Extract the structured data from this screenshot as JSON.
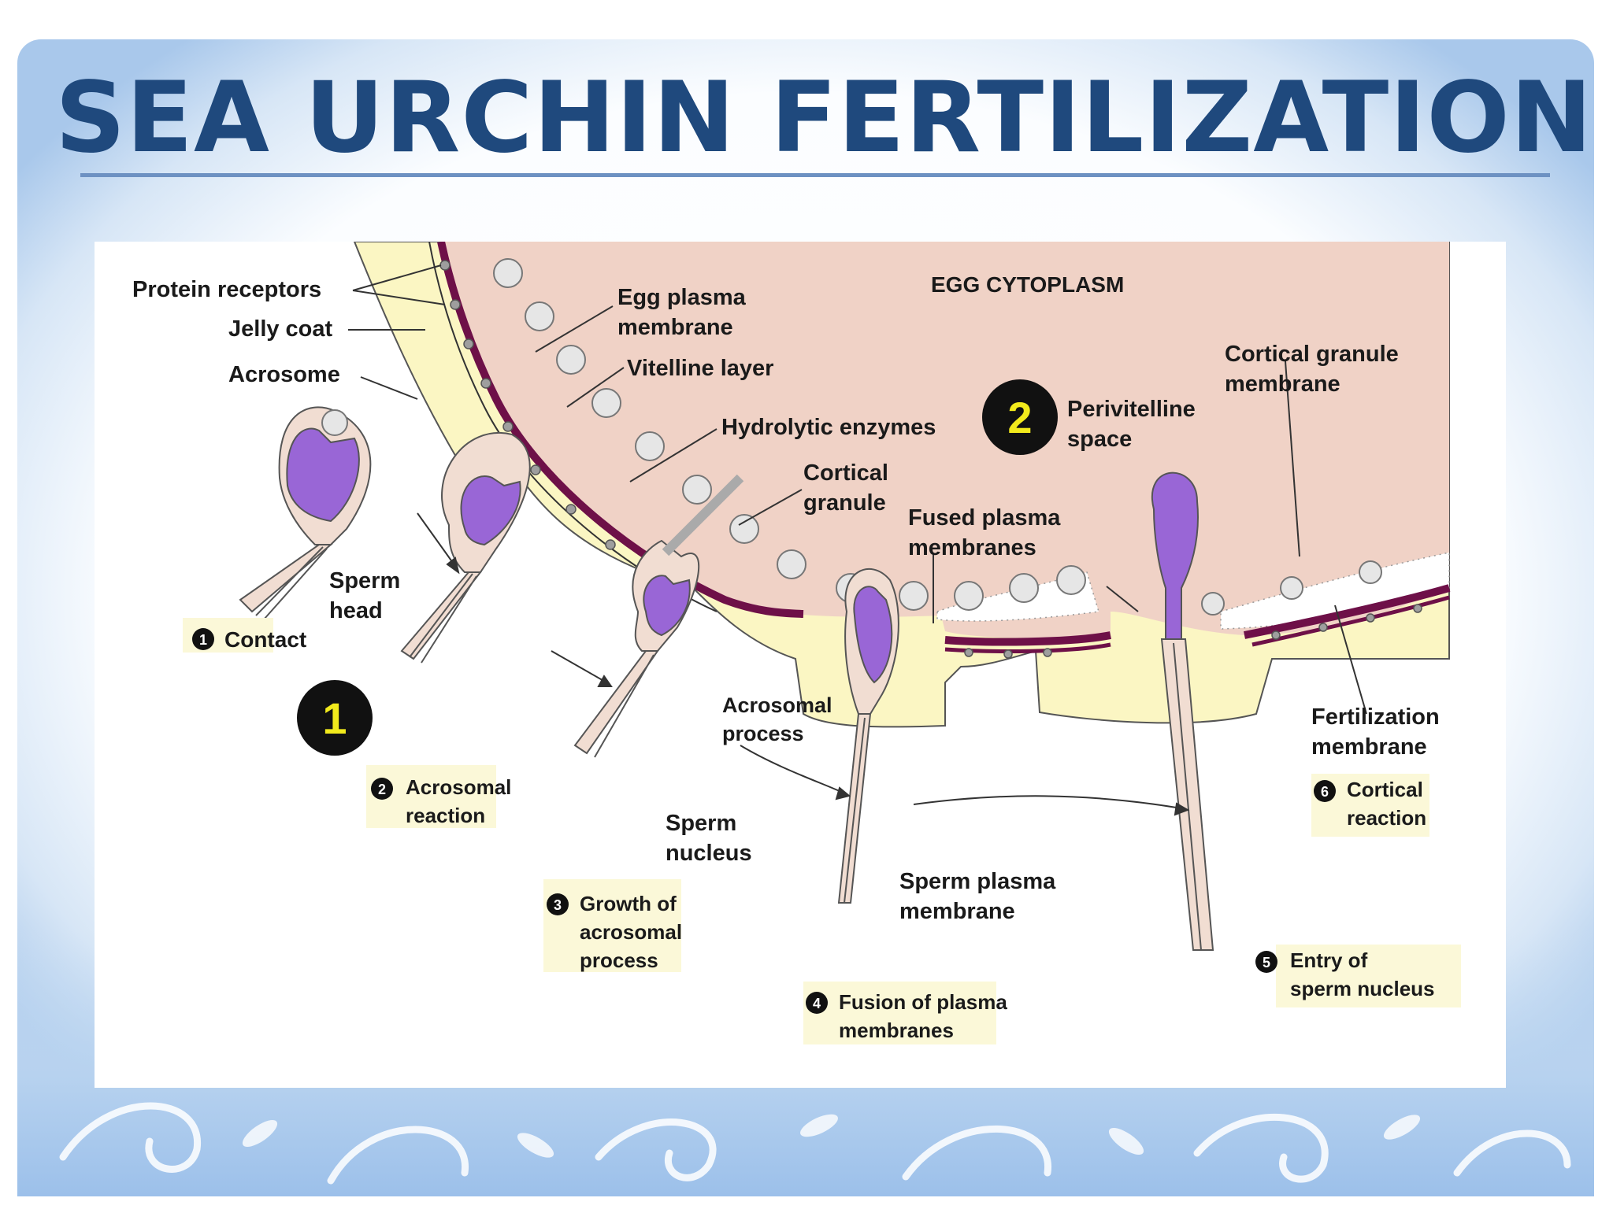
{
  "slide": {
    "title": "SEA URCHIN FERTILIZATION"
  },
  "diagram": {
    "region_label": "EGG CYTOPLASM",
    "markers": [
      "1",
      "2"
    ],
    "labels": {
      "protein_receptors": "Protein receptors",
      "jelly_coat": "Jelly coat",
      "acrosome": "Acrosome",
      "sperm_head": [
        "Sperm",
        "head"
      ],
      "egg_plasma_membrane": [
        "Egg plasma",
        "membrane"
      ],
      "vitelline_layer": "Vitelline layer",
      "hydrolytic_enzymes": "Hydrolytic enzymes",
      "cortical_granule": [
        "Cortical",
        "granule"
      ],
      "fused_plasma_membranes": [
        "Fused plasma",
        "membranes"
      ],
      "perivitelline_space": [
        "Perivitelline",
        "space"
      ],
      "cortical_granule_membrane": [
        "Cortical granule",
        "membrane"
      ],
      "acrosomal_process": [
        "Acrosomal",
        "process"
      ],
      "sperm_nucleus": [
        "Sperm",
        "nucleus"
      ],
      "sperm_plasma_membrane": [
        "Sperm plasma",
        "membrane"
      ],
      "fertilization_membrane": [
        "Fertilization",
        "membrane"
      ]
    },
    "steps": [
      {
        "num": "1",
        "lines": [
          "Contact"
        ]
      },
      {
        "num": "2",
        "lines": [
          "Acrosomal",
          "reaction"
        ]
      },
      {
        "num": "3",
        "lines": [
          "Growth of",
          "acrosomal",
          "process"
        ]
      },
      {
        "num": "4",
        "lines": [
          "Fusion of plasma",
          "membranes"
        ]
      },
      {
        "num": "5",
        "lines": [
          "Entry of",
          "sperm nucleus"
        ]
      },
      {
        "num": "6",
        "lines": [
          "Cortical",
          "reaction"
        ]
      }
    ]
  },
  "colors": {
    "title": "#1f497d",
    "cytoplasm": "#f0d2c6",
    "jelly": "#fbf6c3",
    "membrane": "#6e1048",
    "nucleus": "#9966d6",
    "sperm_body": "#f1ddd2",
    "caption_bg": "#fbf8d8"
  }
}
